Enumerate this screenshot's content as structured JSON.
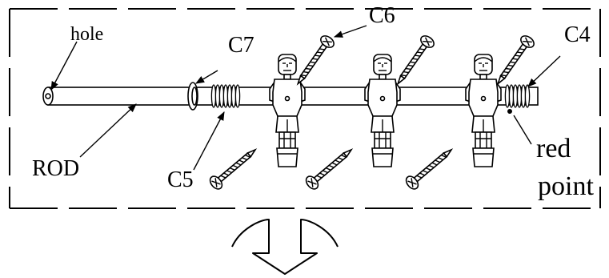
{
  "labels": {
    "hole": "hole",
    "rod": "ROD",
    "c4": "C4",
    "c5": "C5",
    "c6": "C6",
    "c7": "C7",
    "red_point_line1": "red",
    "red_point_line2": "point"
  },
  "parts": {
    "players": 3,
    "screws": 6
  }
}
